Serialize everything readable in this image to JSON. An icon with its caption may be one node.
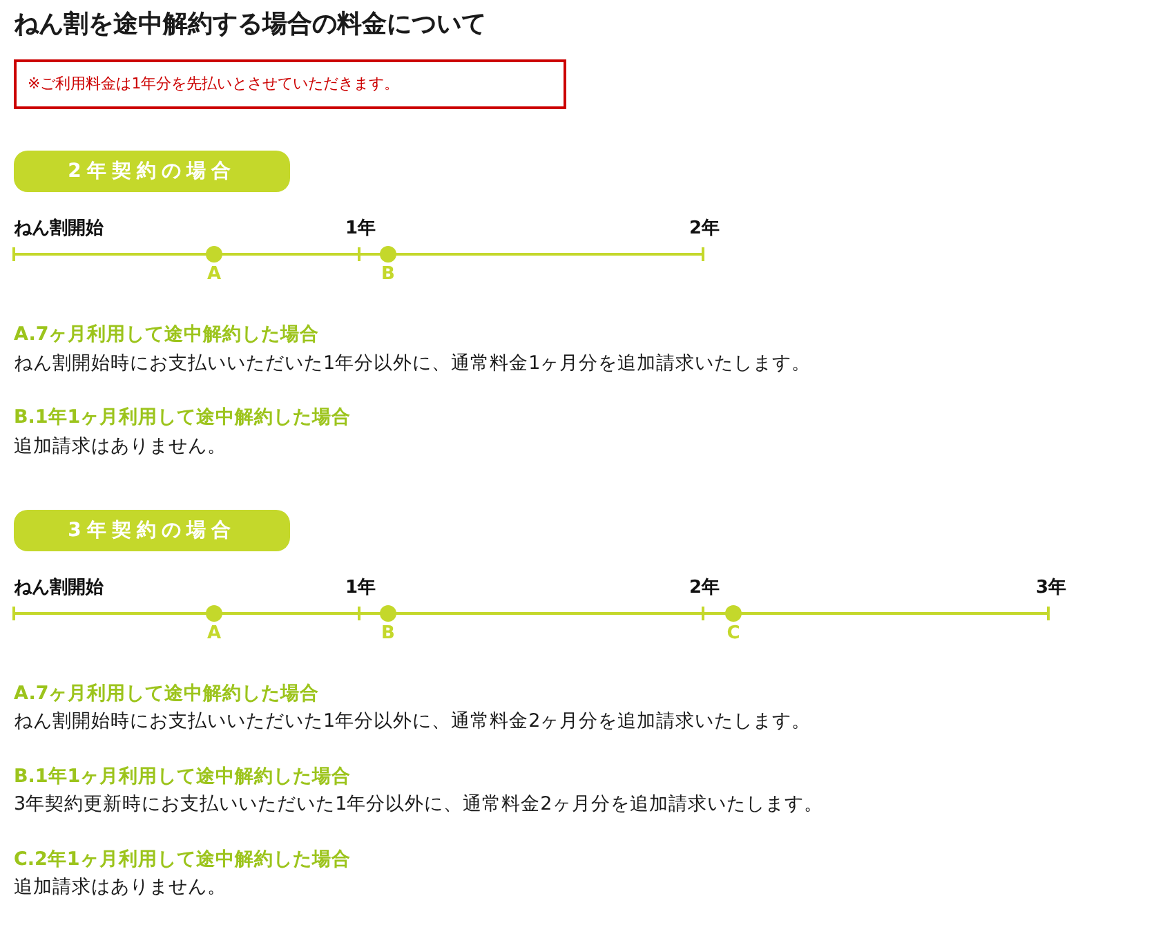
{
  "diagram": {
    "title": "ねん割を途中解約する場合の料金について",
    "nodes": [
      {
        "text": [
          "※ご利用料金は1年分を先払いとさせていただきます。"
        ]
      },
      {
        "text": [
          "2年契約の場合"
        ]
      },
      {
        "text": [
          "A"
        ]
      },
      {
        "text": [
          "B"
        ]
      },
      {
        "text": [
          "3年契約の場合"
        ]
      },
      {
        "text": [
          "A"
        ]
      },
      {
        "text": [
          "B"
        ]
      },
      {
        "text": [
          "C"
        ]
      }
    ],
    "labels": [
      "ねん割開始",
      "1年",
      "2年",
      "A.7ヶ月利用して途中解約した場合",
      "ねん割開始時にお支払いいただいた1年分以外に、通常料金1ヶ月分を追加請求いたします。",
      "B.1年1ヶ月利用して途中解約した場合",
      "追加請求はありません。",
      "ねん割開始",
      "1年",
      "2年",
      "3年",
      "A.7ヶ月利用して途中解約した場合",
      "ねん割開始時にお支払いいただいた1年分以外に、通常料金2ヶ月分を追加請求いたします。",
      "B.1年1ヶ月利用して途中解約した場合",
      "3年契約更新時にお支払いいただいた1年分以外に、通常料金2ヶ月分を追加請求いたします。",
      "C.2年1ヶ月利用して途中解約した場合",
      "追加請求はありません。"
    ]
  }
}
